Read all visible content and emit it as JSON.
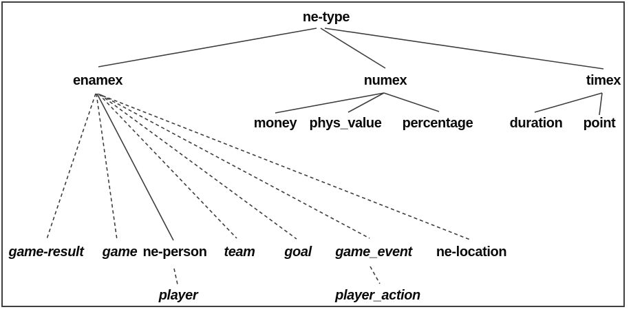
{
  "figure": {
    "type": "tree-diagram",
    "colors": {
      "background": "#ffffff",
      "border": "#3f3f3f",
      "line": "#3d3d3d",
      "text": "#0a0a0a"
    }
  },
  "nodes": {
    "ne_type": "ne-type",
    "enamex": "enamex",
    "numex": "numex",
    "timex": "timex",
    "money": "money",
    "phys_value": "phys_value",
    "percentage": "percentage",
    "duration": "duration",
    "point": "point",
    "game_result": "game-result",
    "game": "game",
    "ne_person": "ne-person",
    "team": "team",
    "goal": "goal",
    "game_event": "game_event",
    "ne_location": "ne-location",
    "player": "player",
    "player_action": "player_action"
  },
  "edges": [
    {
      "from": "ne-type",
      "to": "enamex",
      "style": "solid"
    },
    {
      "from": "ne-type",
      "to": "numex",
      "style": "solid"
    },
    {
      "from": "ne-type",
      "to": "timex",
      "style": "solid"
    },
    {
      "from": "numex",
      "to": "money",
      "style": "solid"
    },
    {
      "from": "numex",
      "to": "phys_value",
      "style": "solid"
    },
    {
      "from": "numex",
      "to": "percentage",
      "style": "solid"
    },
    {
      "from": "timex",
      "to": "duration",
      "style": "solid"
    },
    {
      "from": "timex",
      "to": "point",
      "style": "solid"
    },
    {
      "from": "enamex",
      "to": "ne-person",
      "style": "solid"
    },
    {
      "from": "enamex",
      "to": "game-result",
      "style": "dashed"
    },
    {
      "from": "enamex",
      "to": "game",
      "style": "dashed"
    },
    {
      "from": "enamex",
      "to": "team",
      "style": "dashed"
    },
    {
      "from": "enamex",
      "to": "goal",
      "style": "dashed"
    },
    {
      "from": "enamex",
      "to": "game_event",
      "style": "dashed"
    },
    {
      "from": "enamex",
      "to": "ne-location",
      "style": "dashed"
    },
    {
      "from": "ne-person",
      "to": "player",
      "style": "dashed"
    },
    {
      "from": "game_event",
      "to": "player_action",
      "style": "dashed"
    }
  ]
}
